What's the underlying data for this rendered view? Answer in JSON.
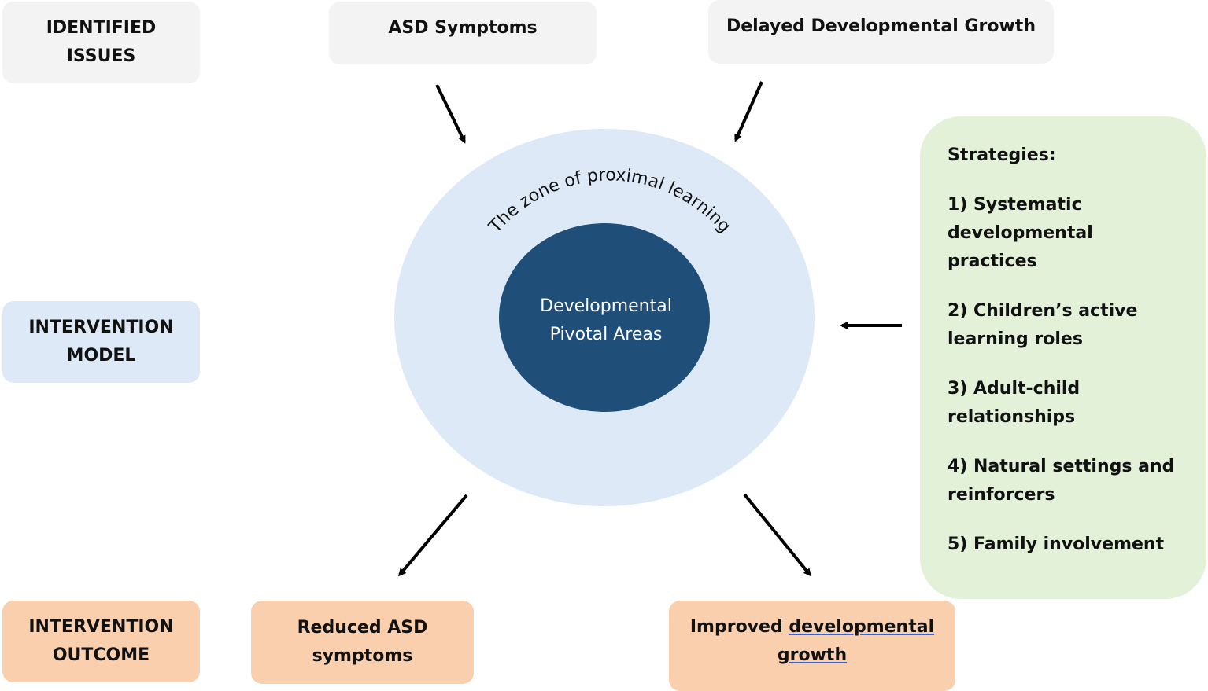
{
  "headers": {
    "identified_issues": [
      "IDENTIFIED",
      "ISSUES"
    ],
    "intervention_model": [
      "INTERVENTION",
      "MODEL"
    ],
    "intervention_outcome": [
      "INTERVENTION",
      "OUTCOME"
    ]
  },
  "issues": {
    "asd_symptoms": "ASD Symptoms",
    "delayed_growth": "Delayed Developmental Growth"
  },
  "model": {
    "outer_circle_label": "The zone of proximal learning",
    "inner_circle_label": [
      "Developmental",
      "Pivotal Areas"
    ]
  },
  "strategies": {
    "title": "Strategies:",
    "items": [
      [
        "1) Systematic",
        "developmental",
        "practices"
      ],
      [
        "2) Children’s active",
        "learning roles"
      ],
      [
        "3) Adult-child",
        "relationships"
      ],
      [
        "4) Natural settings and",
        "reinforcers"
      ],
      [
        "5) Family involvement"
      ]
    ]
  },
  "outcomes": {
    "reduced_asd": [
      "Reduced ASD",
      "symptoms"
    ],
    "improved_growth": {
      "prefix": "Improved",
      "underlined_1": "developmental",
      "underlined_2": "growth"
    }
  },
  "colors": {
    "outer_circle": "#dde9f7",
    "inner_circle": "#1f4e79",
    "header_grey": "#f3f3f3",
    "model_blue": "#dde9f7",
    "outcome_peach": "#f9cfae",
    "strategies_green": "#e3f1d9",
    "arrow": "#000000"
  }
}
